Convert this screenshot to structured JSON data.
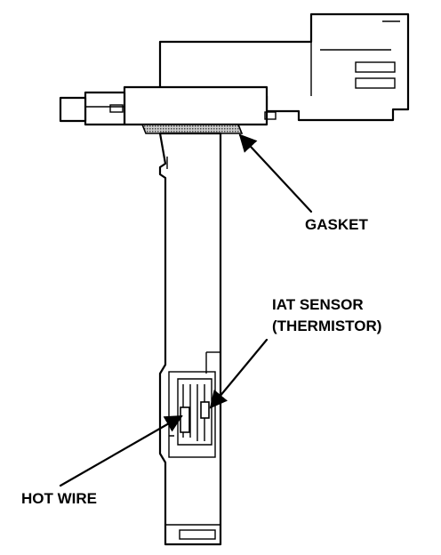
{
  "labels": {
    "gasket": "GASKET",
    "iat_line1": "IAT SENSOR",
    "iat_line2": "(THERMISTOR)",
    "hot_wire": "HOT WIRE"
  },
  "colors": {
    "ink": "#000000",
    "background": "#ffffff",
    "gasket_fill": "#b8b8b8"
  }
}
